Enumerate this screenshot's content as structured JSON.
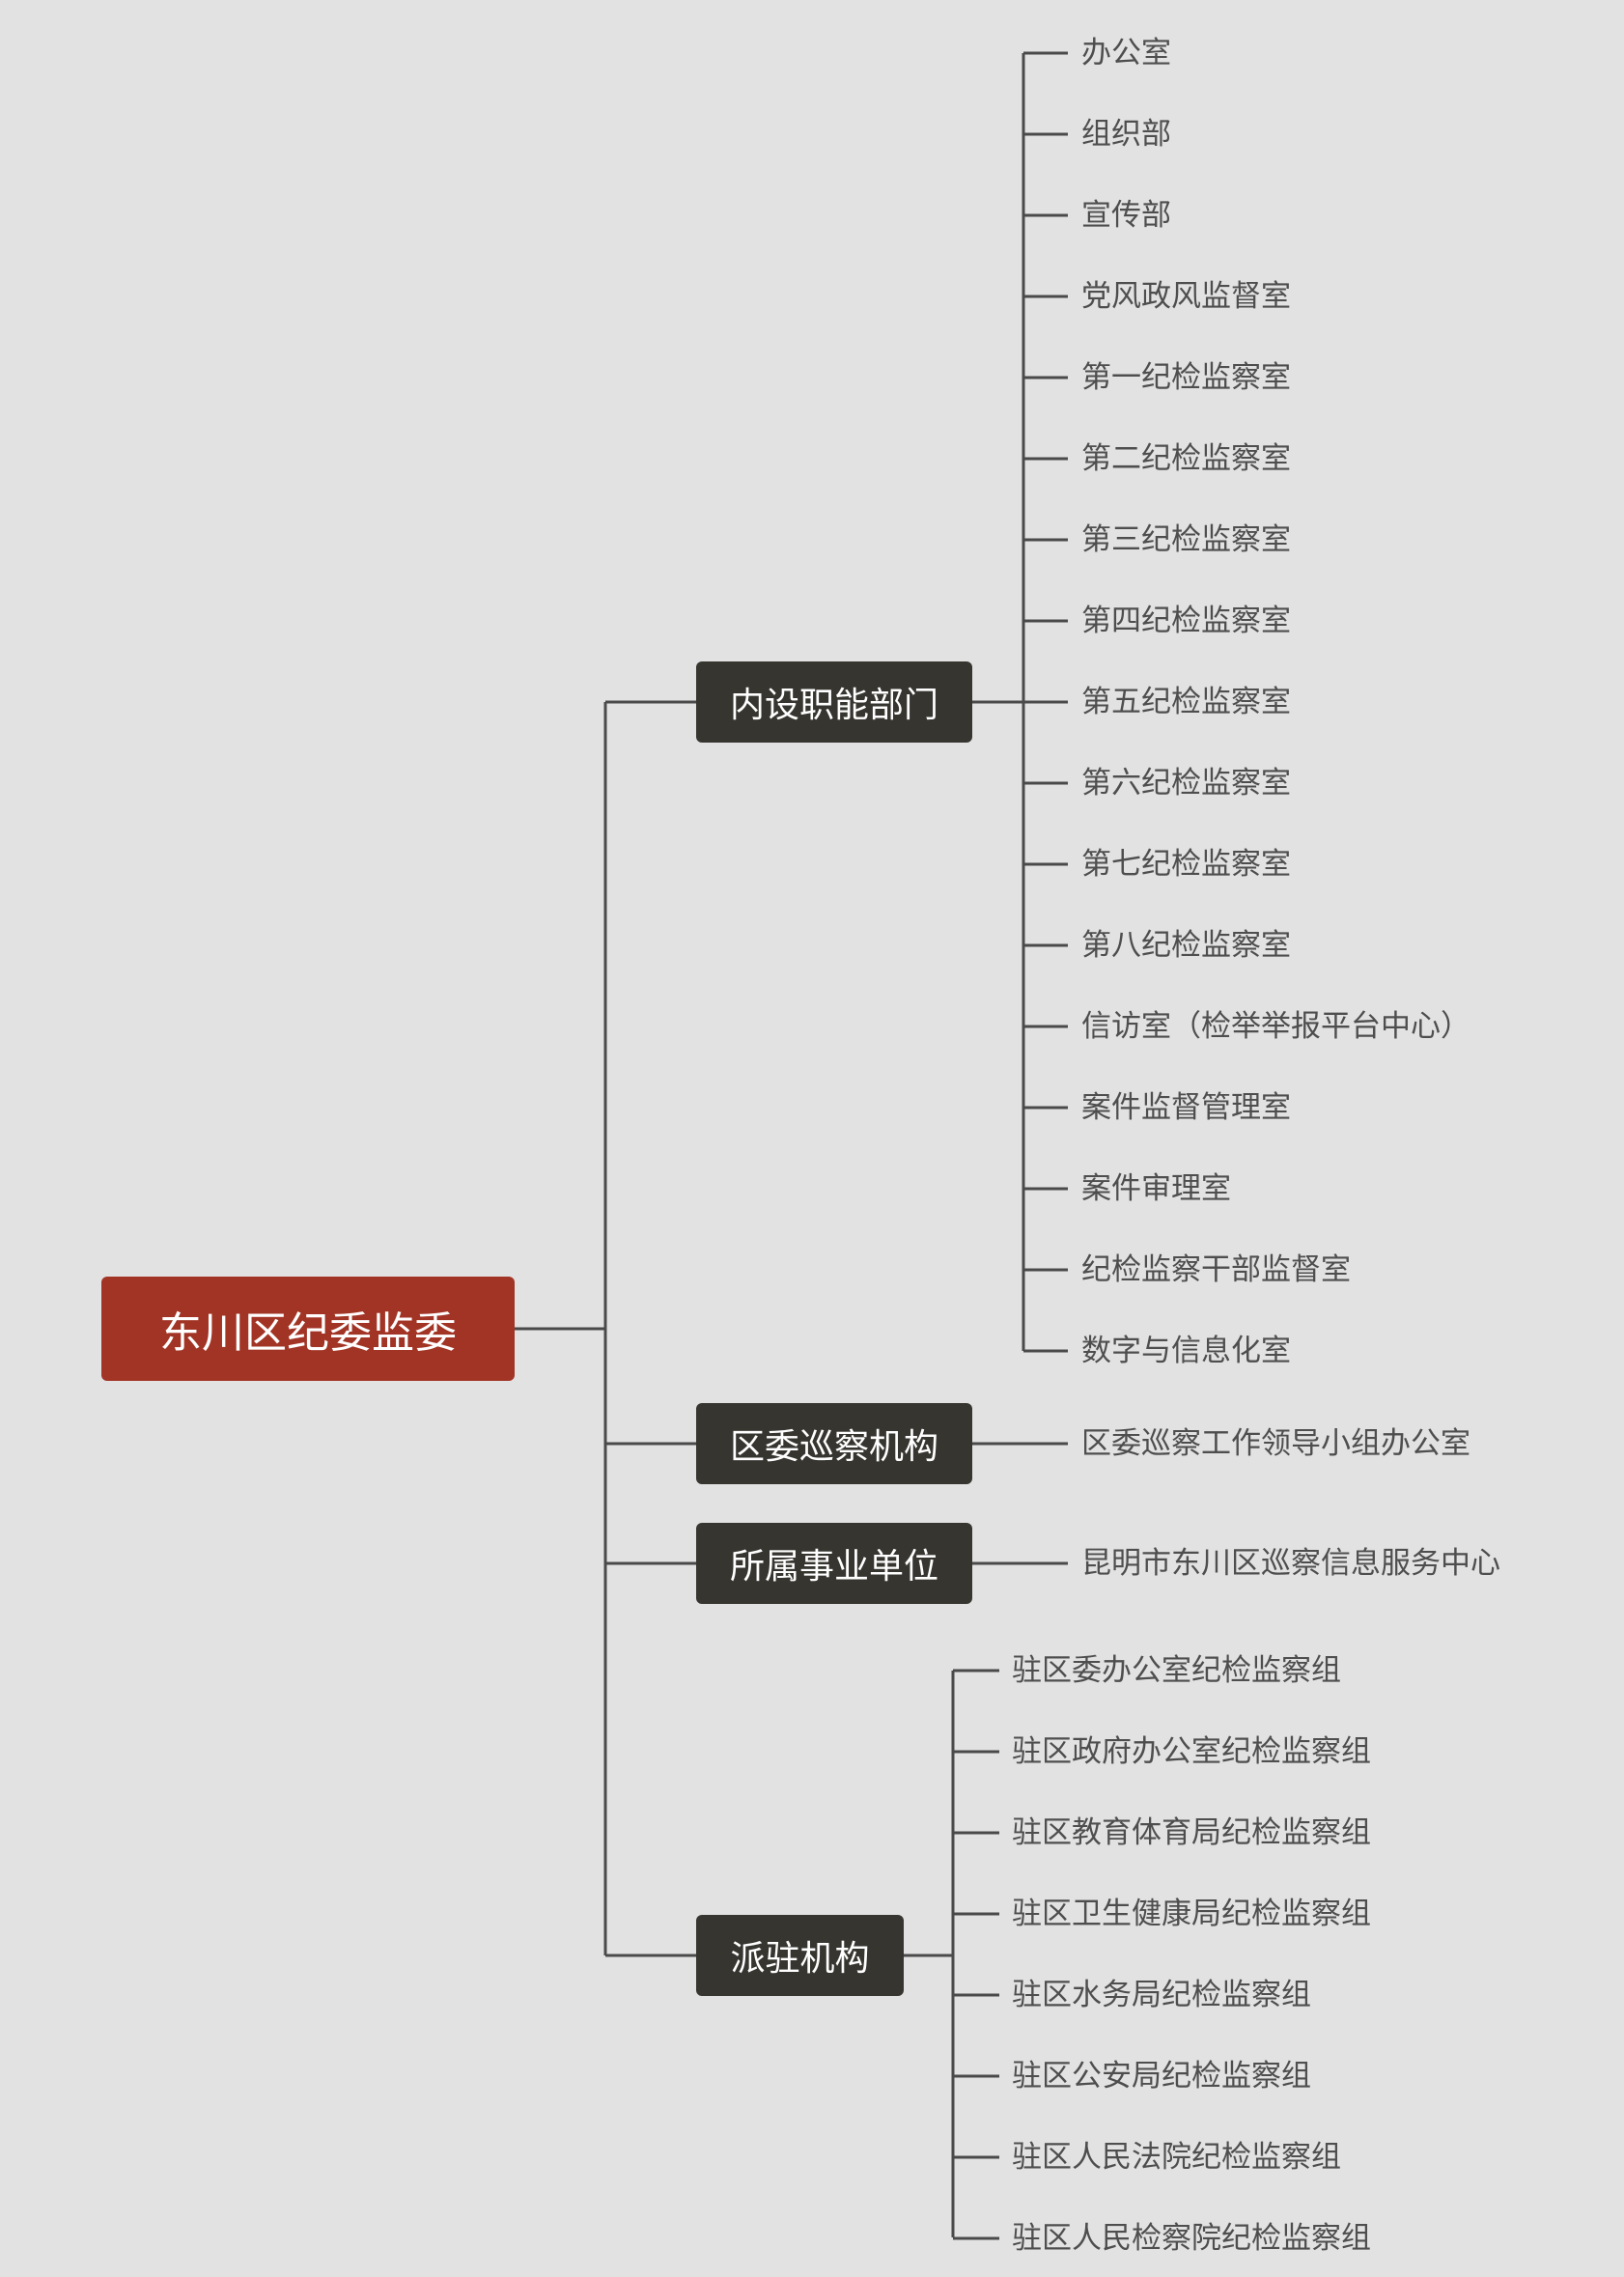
{
  "root": {
    "label": "东川区纪委监委"
  },
  "branches": [
    {
      "label": "内设职能部门",
      "children": [
        "办公室",
        "组织部",
        "宣传部",
        "党风政风监督室",
        "第一纪检监察室",
        "第二纪检监察室",
        "第三纪检监察室",
        "第四纪检监察室",
        "第五纪检监察室",
        "第六纪检监察室",
        "第七纪检监察室",
        "第八纪检监察室",
        "信访室（检举举报平台中心）",
        "案件监督管理室",
        "案件审理室",
        "纪检监察干部监督室",
        "数字与信息化室"
      ]
    },
    {
      "label": "区委巡察机构",
      "children": [
        "区委巡察工作领导小组办公室"
      ]
    },
    {
      "label": "所属事业单位",
      "children": [
        "昆明市东川区巡察信息服务中心"
      ]
    },
    {
      "label": "派驻机构",
      "children": [
        "驻区委办公室纪检监察组",
        "驻区政府办公室纪检监察组",
        "驻区教育体育局纪检监察组",
        "驻区卫生健康局纪检监察组",
        "驻区水务局纪检监察组",
        "驻区公安局纪检监察组",
        "驻区人民法院纪检监察组",
        "驻区人民检察院纪检监察组"
      ]
    }
  ]
}
